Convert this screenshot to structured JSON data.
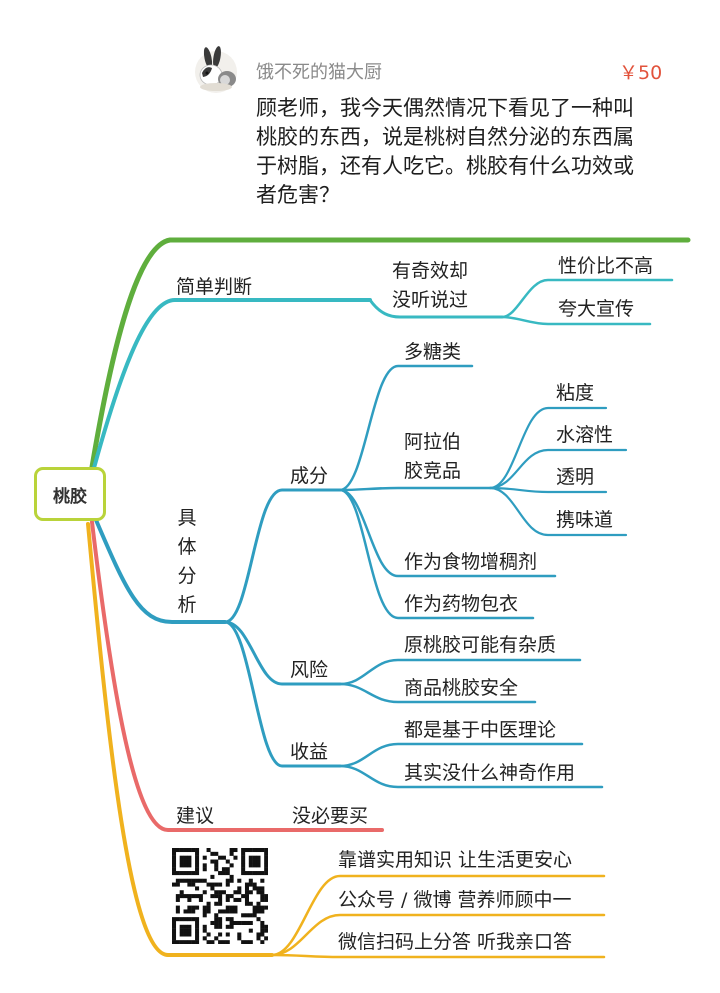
{
  "post": {
    "user_name": "饿不死的猫大厨",
    "price": "￥50",
    "question_lines": [
      "顾老师，我今天偶然情况下看见了一种叫",
      "桃胶的东西，说是桃树自然分泌的东西属",
      "于树脂，还有人吃它。桃胶有什么功效或",
      "者危害？"
    ]
  },
  "mindmap": {
    "root": "桃胶",
    "simple_judgment": {
      "label": "简单判断",
      "claim_lines": [
        "有奇效却",
        "没听说过"
      ],
      "leaves": [
        "性价比不高",
        "夸大宣传"
      ]
    },
    "analysis": {
      "label_chars": [
        "具",
        "体",
        "分",
        "析"
      ],
      "composition": {
        "label": "成分",
        "polysaccharide": "多糖类",
        "arabic_lines": [
          "阿拉伯",
          "胶竞品"
        ],
        "arabic_leaves": [
          "粘度",
          "水溶性",
          "透明",
          "携味道"
        ],
        "thickener": "作为食物增稠剂",
        "coating": "作为药物包衣"
      },
      "risk": {
        "label": "风险",
        "leaves": [
          "原桃胶可能有杂质",
          "商品桃胶安全"
        ]
      },
      "benefit": {
        "label": "收益",
        "leaves": [
          "都是基于中医理论",
          "其实没什么神奇作用"
        ]
      }
    },
    "advice": {
      "label": "建议",
      "value": "没必要买"
    },
    "footer": {
      "lines": [
        "靠谱实用知识 让生活更安心",
        "公众号 / 微博 营养师顾中一",
        "微信扫码上分答 听我亲口答"
      ]
    },
    "colors": {
      "top_branch": "#5fae3d",
      "simple_branch": "#38b9c2",
      "analysis_branch": "#2f9dc0",
      "advice_branch": "#e96a69",
      "footer_branch": "#f0b21e",
      "root_border": "#b9d33a",
      "price": "#e2533c"
    }
  }
}
